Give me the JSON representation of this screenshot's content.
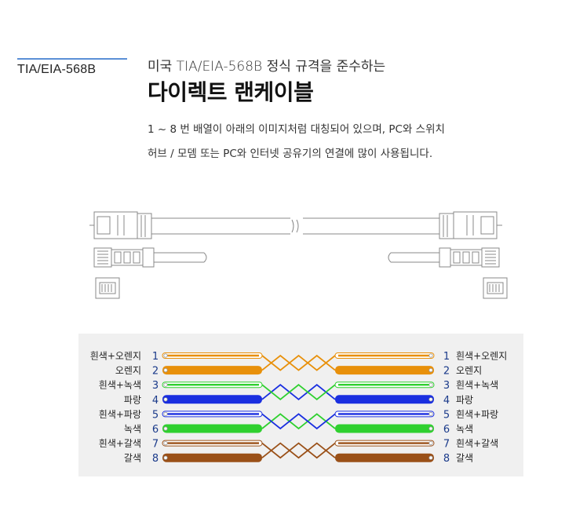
{
  "badge": {
    "text": "TIA/EIA-568B",
    "line_color": "#5b8fd6"
  },
  "subtitle": "미국 TIA/EIA-568B 정식 규격을 준수하는",
  "title": "다이렉트 랜케이블",
  "description": {
    "line1": "1 ~ 8 번 배열이 아래의 이미지처럼 대칭되어 있으며, PC와 스위치",
    "line2": "허브 / 모뎀 또는 PC와 인터넷 공유기의 연결에 많이 사용됩니다."
  },
  "wiring": {
    "pins": [
      {
        "num": "1",
        "label": "흰색+오렌지",
        "color": "#e8900a",
        "striped": true
      },
      {
        "num": "2",
        "label": "오렌지",
        "color": "#e8900a",
        "striped": false
      },
      {
        "num": "3",
        "label": "흰색+녹색",
        "color": "#2fd02f",
        "striped": true
      },
      {
        "num": "4",
        "label": "파랑",
        "color": "#1a2fe0",
        "striped": false
      },
      {
        "num": "5",
        "label": "흰색+파랑",
        "color": "#1a2fe0",
        "striped": true
      },
      {
        "num": "6",
        "label": "녹색",
        "color": "#2fd02f",
        "striped": false
      },
      {
        "num": "7",
        "label": "흰색+갈색",
        "color": "#9a5018",
        "striped": true
      },
      {
        "num": "8",
        "label": "갈색",
        "color": "#9a5018",
        "striped": false
      }
    ],
    "num_color": "#1a3a8a"
  }
}
